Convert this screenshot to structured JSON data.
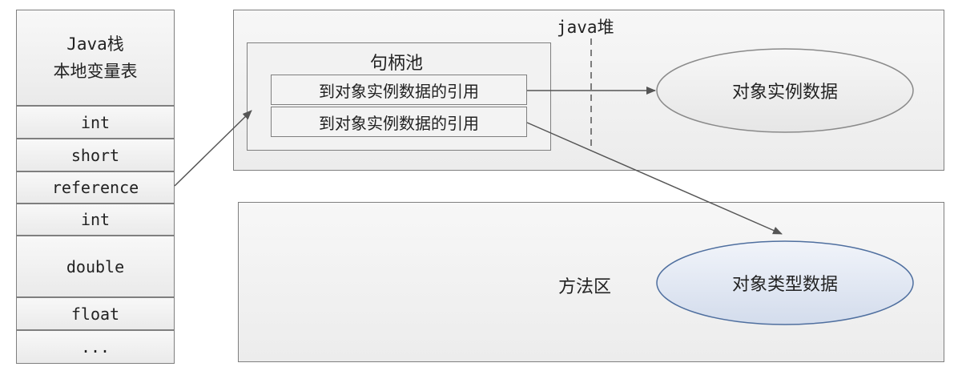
{
  "java_stack": {
    "title_line1": "Java栈",
    "title_line2": "本地变量表",
    "slots": [
      "int",
      "short",
      "reference",
      "int",
      "double",
      "float",
      "..."
    ]
  },
  "java_heap": {
    "label": "java堆",
    "handle_pool": {
      "title": "句柄池",
      "rows": [
        "到对象实例数据的引用",
        "到对象实例数据的引用"
      ]
    },
    "instance_data": "对象实例数据"
  },
  "method_area": {
    "label": "方法区",
    "type_data": "对象类型数据"
  },
  "colors": {
    "border": "#7f7f7f",
    "panel_fill": "#efefef",
    "instance_ellipse_fill": "#f0f0f0",
    "type_ellipse_fill": "#dfe6f2",
    "type_ellipse_stroke": "#4f6f9f",
    "arrow": "#555555"
  }
}
